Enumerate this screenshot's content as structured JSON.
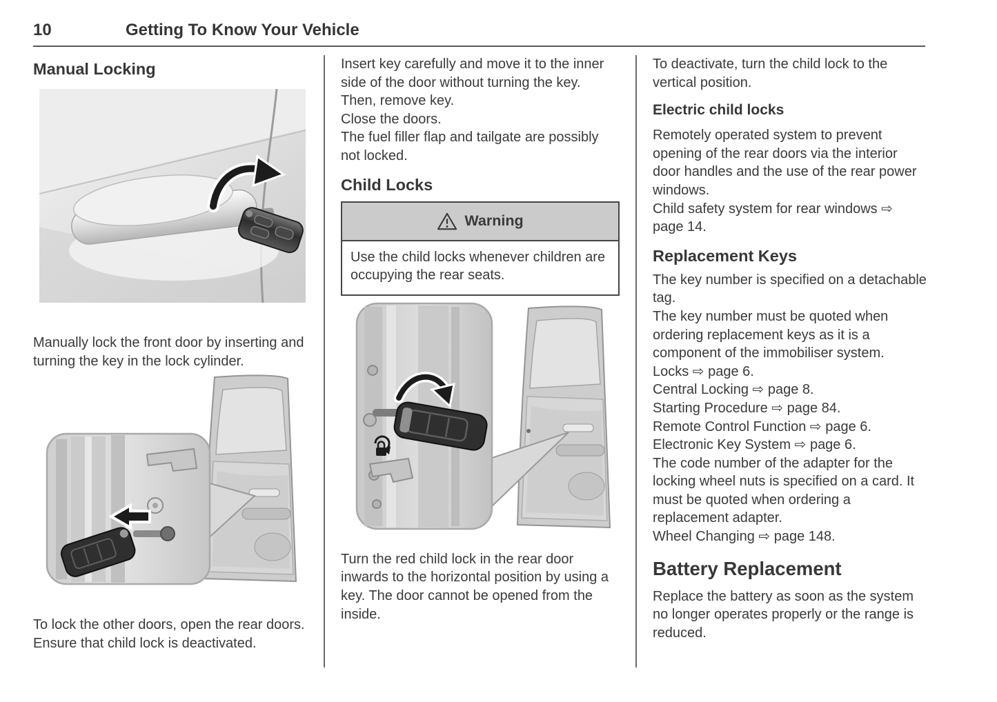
{
  "header": {
    "page_number": "10",
    "title": "Getting To Know Your Vehicle"
  },
  "colors": {
    "text": "#3a3a3a",
    "rule": "#57585a",
    "column_divider": "#6a6a6a",
    "warning_header_bg": "#cbcbcb",
    "warning_border": "#454545"
  },
  "col1": {
    "heading": "Manual Locking",
    "figure1_name": "door-handle-with-key-and-turn-arrow",
    "para1": "Manually lock the front door by inserting and turning the key in the lock cylinder.",
    "figure2_name": "rear-door-with-key-in-lock-inset",
    "para2": "To lock the other doors, open the rear doors. Ensure that child lock is deactivated."
  },
  "col2": {
    "sentences": [
      "Insert key carefully and move it to the inner side of the door without turning the key.",
      "Then, remove key.",
      "Close the doors.",
      "The fuel filler flap and tailgate are possibly not locked."
    ],
    "heading": "Child Locks",
    "warning": {
      "icon": "warning-triangle-icon",
      "title": "Warning",
      "body": "Use the child locks whenever children are occupying the rear seats."
    },
    "figure3_name": "rear-door-child-lock-key-turn-inset",
    "para2": "Turn the red child lock in the rear door inwards to the horizontal position by using a key. The door cannot be opened from the inside."
  },
  "col3": {
    "para1": "To deactivate, turn the child lock to the vertical position.",
    "subheading": "Electric child locks",
    "para2": "Remotely operated system to prevent opening of the rear doors via the interior door handles and the use of the rear power windows.",
    "ref_windows": "Child safety system for rear windows ⇨ page 14.",
    "heading_keys": "Replacement Keys",
    "keys_lines": [
      "The key number is specified on a detachable tag.",
      "The key number must be quoted when ordering replacement keys as it is a component of the immobiliser system.",
      "Locks ⇨ page 6.",
      "Central Locking ⇨ page 8.",
      "Starting Procedure ⇨ page 84.",
      "Remote Control Function ⇨ page 6.",
      "Electronic Key System ⇨ page 6.",
      "The code number of the adapter for the locking wheel nuts is specified on a card. It must be quoted when ordering a replacement adapter.",
      "Wheel Changing ⇨ page 148."
    ],
    "heading_battery": "Battery Replacement",
    "para3": "Replace the battery as soon as the system no longer operates properly or the range is reduced."
  }
}
